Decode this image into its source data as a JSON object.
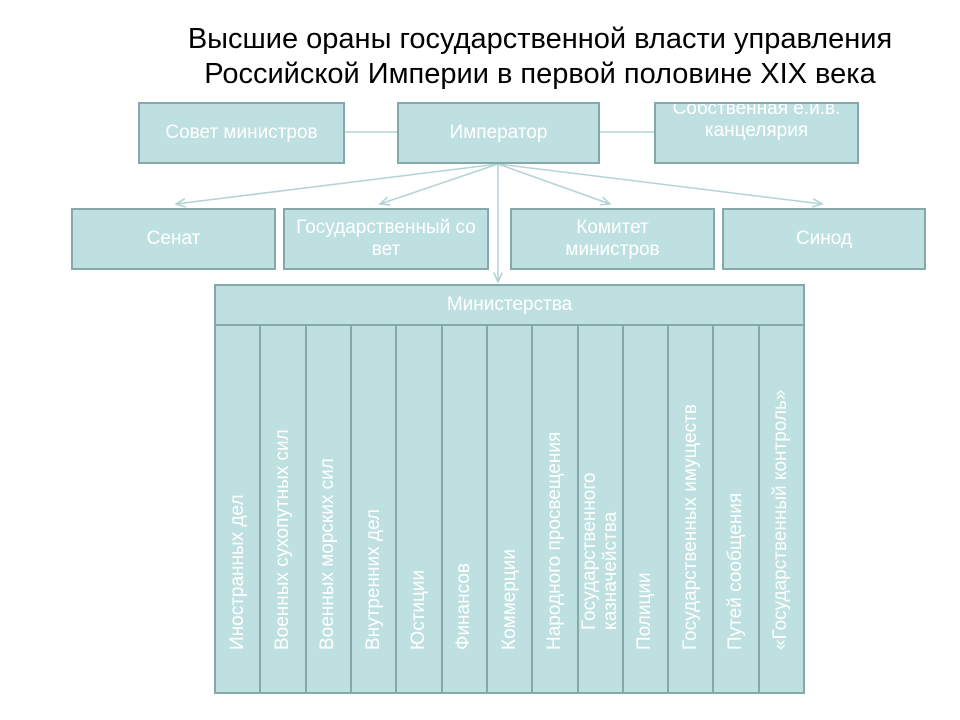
{
  "title": {
    "line1": "Высшие ораны государственной власти управления",
    "line2": "Российской Империи в первой половине XIX века"
  },
  "top_row": {
    "council": "Совет министров",
    "emperor": "Император",
    "chancellery": "Собственная е.и.в. канцелярия"
  },
  "middle_row": {
    "senate": "Сенат",
    "state_council": "Государственный совет",
    "committee": "Комитет министров",
    "synod": "Синод"
  },
  "ministries": {
    "header": "Министерства",
    "items": [
      "Иностранных дел",
      "Военных сухопутных сил",
      "Военных морских сил",
      "Внутренних дел",
      "Юстиции",
      "Финансов",
      "Коммерции",
      "Народного просвещения",
      "Государственного казначейства",
      "Полиции",
      "Государственных имуществ",
      "Путей сообщения",
      "«Государственный контроль»"
    ]
  },
  "colors": {
    "box_fill": "#bfe0e1",
    "box_border": "#85a8aa",
    "connector": "#b4d3d5",
    "text": "#ffffff"
  }
}
